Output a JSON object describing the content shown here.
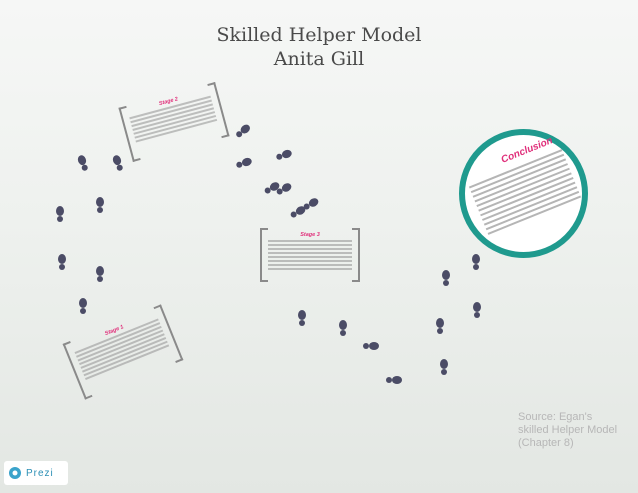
{
  "title": {
    "line1": "Skilled Helper Model",
    "line2": "Anita Gill"
  },
  "stages": {
    "stage1": {
      "heading": "Stage 1"
    },
    "stage2": {
      "heading": "Stage 2"
    },
    "stage3": {
      "heading": "Stage 3"
    }
  },
  "conclusion": {
    "heading": "Conclusion"
  },
  "source": {
    "text": "Source: Egan's skilled Helper Model (Chapter 8)"
  },
  "logo": {
    "label": "Prezi"
  },
  "colors": {
    "accent_pink": "#e0307b",
    "circle_teal": "#1f9a8e",
    "footprint": "#4b4c66",
    "logo_blue": "#2b8fb5"
  }
}
